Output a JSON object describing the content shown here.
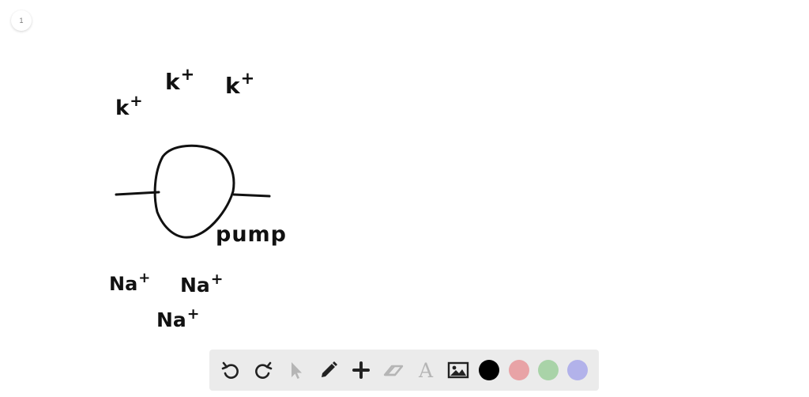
{
  "page": {
    "number": "1"
  },
  "drawing": {
    "k_labels": [
      {
        "base": "k",
        "sup": "+"
      },
      {
        "base": "k",
        "sup": "+"
      },
      {
        "base": "k",
        "sup": "+"
      }
    ],
    "na_labels": [
      {
        "base": "Na",
        "sup": "+"
      },
      {
        "base": "Na",
        "sup": "+"
      },
      {
        "base": "Na",
        "sup": "+"
      }
    ],
    "pump_label": "pump"
  },
  "toolbar": {
    "tools": [
      "undo-icon",
      "redo-icon",
      "select-icon",
      "pen-icon",
      "add-icon",
      "eraser-icon",
      "text-icon",
      "image-icon"
    ],
    "text_tool_glyph": "A",
    "colors": [
      "#000000",
      "#e8a3a6",
      "#a9d3a8",
      "#b2b2ea"
    ]
  },
  "style": {
    "ink": "#111111",
    "toolbar_bg": "#ebebeb",
    "icon_active": "#222222",
    "icon_disabled": "#b5b5b5"
  }
}
